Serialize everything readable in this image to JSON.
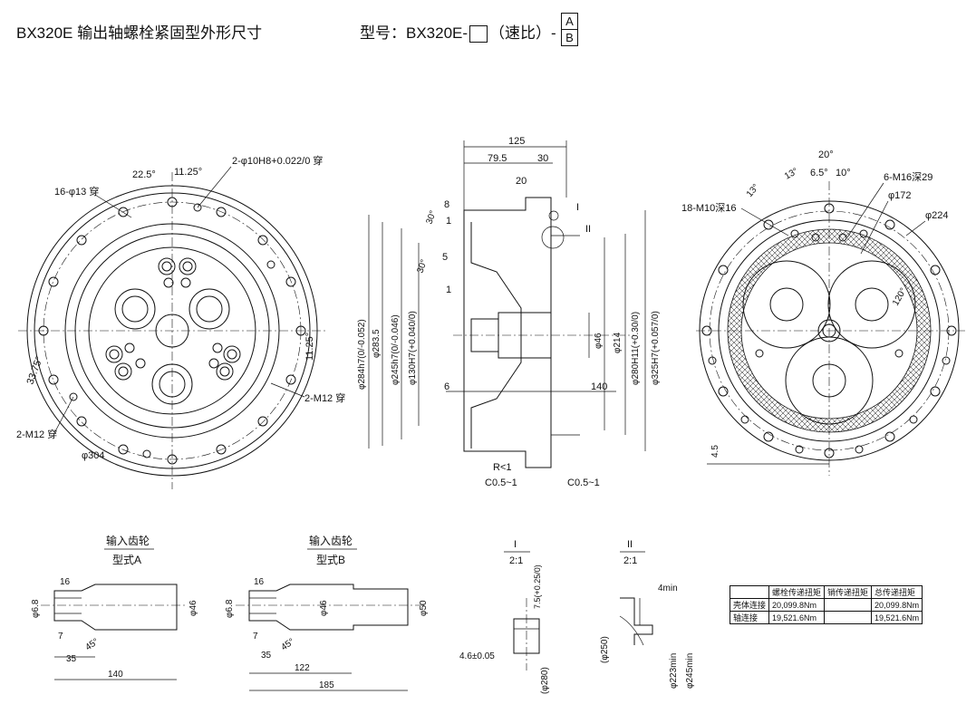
{
  "header": {
    "title": "BX320E 输出轴螺栓紧固型外形尺寸",
    "model_prefix": "型号：BX320E-",
    "model_suffix": "（速比）-",
    "option_a": "A",
    "option_b": "B"
  },
  "left_view": {
    "ang_225": "22.5°",
    "ang_1125": "11.25°",
    "holes_16": "16-φ13 穿",
    "pins": "2-φ10H8+0.022/0 穿",
    "ang_1125b": "11.25°",
    "ang_3375": "33.75°",
    "m12_right": "2-M12 穿",
    "m12_left": "2-M12 穿",
    "dia304": "φ304"
  },
  "section_view": {
    "d125": "125",
    "d795": "79.5",
    "d30": "30",
    "d20": "20",
    "d8": "8",
    "a30a": "30°",
    "a30b": "30°",
    "d1a": "1",
    "d5": "5",
    "d1b": "1",
    "mark1": "I",
    "mark2": "II",
    "dia284": "φ284h7(0/-0.052)",
    "dia2835": "φ283.5",
    "dia245": "φ245h7(0/-0.046)",
    "dia130": "φ130H7(+0.040/0)",
    "dia46": "φ46",
    "dia214": "φ214",
    "dia280": "φ280H11(+0.30/0)",
    "dia325": "φ325H7(+0.057/0)",
    "d6": "6",
    "d140": "140",
    "r1": "R<1",
    "c05a": "C0.5~1",
    "c05b": "C0.5~1"
  },
  "right_view": {
    "a20": "20°",
    "a13a": "13°",
    "a13b": "13°",
    "a65": "6.5°",
    "a10": "10°",
    "m16": "6-M16深29",
    "m10": "18-M10深16",
    "dia172": "φ172",
    "dia224": "φ224",
    "a120": "120°",
    "d45": "4.5"
  },
  "gear_a": {
    "heading": "输入齿轮",
    "type": "型式A",
    "d16": "16",
    "dia68": "φ6.8",
    "d7": "7",
    "d35": "35",
    "a45": "45°",
    "dia46": "φ46",
    "d140": "140"
  },
  "gear_b": {
    "heading": "输入齿轮",
    "type": "型式B",
    "d16": "16",
    "dia68": "φ6.8",
    "d7": "7",
    "d35": "35",
    "a45": "45°",
    "dia46": "φ46",
    "dia50": "φ50",
    "d122": "122",
    "d185": "185"
  },
  "detail_1": {
    "label": "I",
    "scale": "2:1",
    "d75": "7.5(+0.25/0)",
    "d46": "4.6±0.05",
    "dia280": "(φ280)"
  },
  "detail_2": {
    "label": "II",
    "scale": "2:1",
    "d4min": "4min",
    "dia250": "(φ250)",
    "dia223": "φ223min",
    "dia245": "φ245min"
  },
  "torque_table": {
    "headers": [
      "",
      "螺栓传递扭矩",
      "销传递扭矩",
      "总传递扭矩"
    ],
    "rows": [
      [
        "壳体连接",
        "20,099.8Nm",
        "",
        "20,099.8Nm"
      ],
      [
        "轴连接",
        "19,521.6Nm",
        "",
        "19,521.6Nm"
      ]
    ]
  }
}
